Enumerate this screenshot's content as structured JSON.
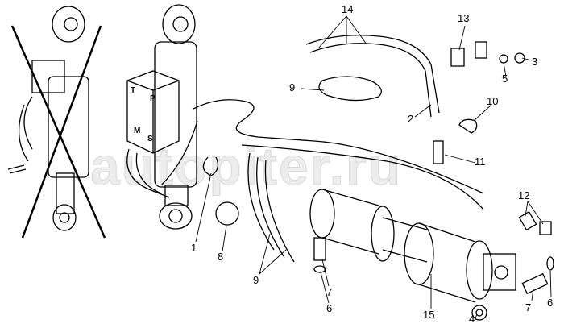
{
  "diagram": {
    "watermark": "autopiter.ru",
    "valve_letters": {
      "t": "T",
      "p": "P",
      "m": "M",
      "s": "S"
    },
    "callouts": [
      {
        "id": "c14",
        "label": "14"
      },
      {
        "id": "c13",
        "label": "13"
      },
      {
        "id": "c3",
        "label": "3"
      },
      {
        "id": "c5",
        "label": "5"
      },
      {
        "id": "c9a",
        "label": "9"
      },
      {
        "id": "c10",
        "label": "10"
      },
      {
        "id": "c2",
        "label": "2"
      },
      {
        "id": "c11",
        "label": "11"
      },
      {
        "id": "c12",
        "label": "12"
      },
      {
        "id": "c1",
        "label": "1"
      },
      {
        "id": "c8",
        "label": "8"
      },
      {
        "id": "c9b",
        "label": "9"
      },
      {
        "id": "c7a",
        "label": "7"
      },
      {
        "id": "c6a",
        "label": "6"
      },
      {
        "id": "c15",
        "label": "15"
      },
      {
        "id": "c4",
        "label": "4"
      },
      {
        "id": "c7b",
        "label": "7"
      },
      {
        "id": "c6b",
        "label": "6"
      }
    ]
  }
}
